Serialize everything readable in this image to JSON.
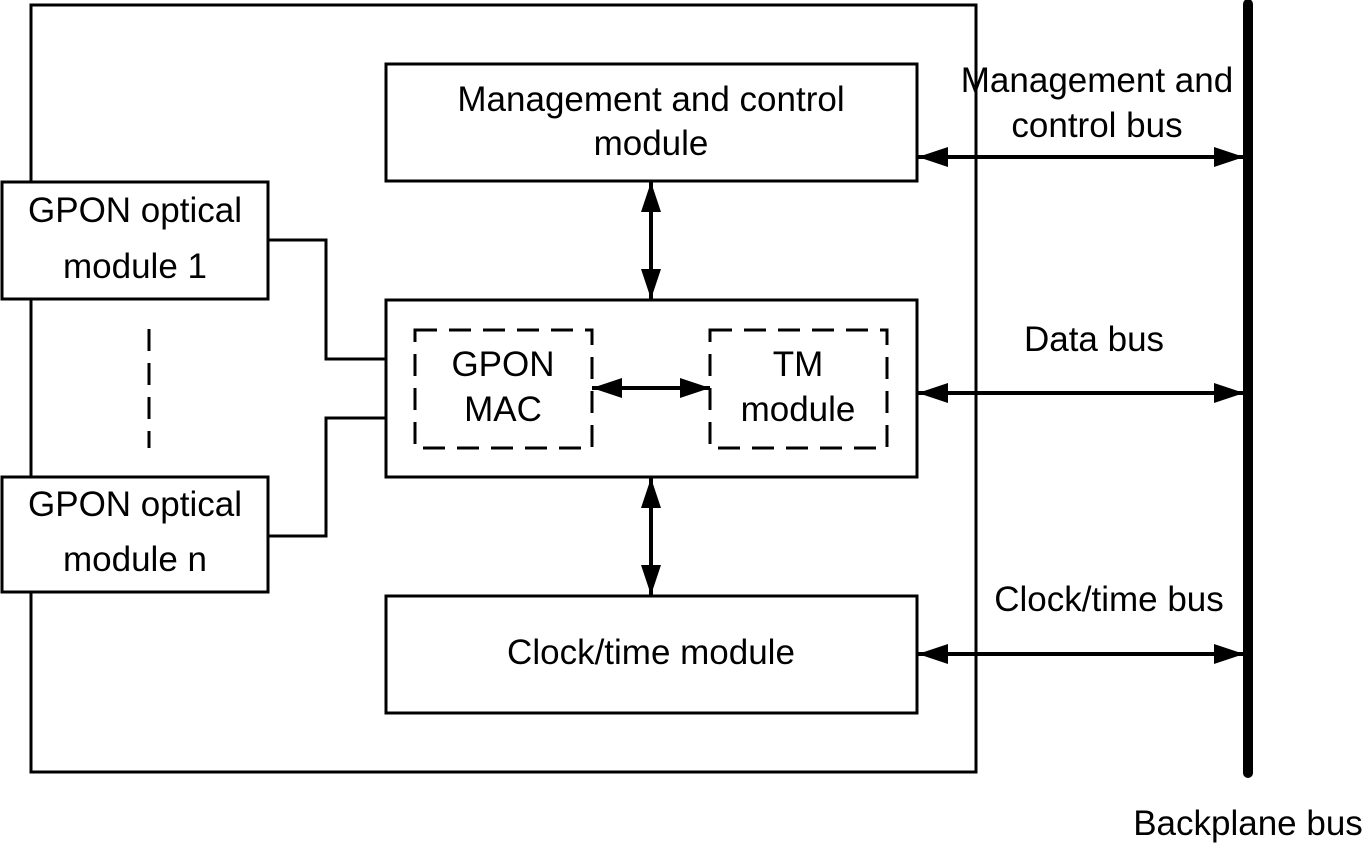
{
  "diagram": {
    "modules": {
      "management": {
        "lines": [
          "Management and control",
          "module"
        ]
      },
      "core": {
        "gpon_mac": {
          "lines": [
            "GPON",
            "MAC"
          ]
        },
        "tm": {
          "lines": [
            "TM",
            "module"
          ]
        }
      },
      "clock": {
        "lines": [
          "Clock/time module"
        ]
      },
      "optical_1": {
        "lines": [
          "GPON optical",
          "module 1"
        ]
      },
      "optical_n": {
        "lines": [
          "GPON optical",
          "module n"
        ]
      }
    },
    "buses": {
      "management_bus": {
        "lines": [
          "Management and",
          "control bus"
        ]
      },
      "data_bus": {
        "lines": [
          "Data bus"
        ]
      },
      "clock_bus": {
        "lines": [
          "Clock/time bus"
        ]
      },
      "backplane": {
        "label": "Backplane bus"
      }
    },
    "colors": {
      "stroke": "#000000",
      "background": "#ffffff"
    }
  }
}
